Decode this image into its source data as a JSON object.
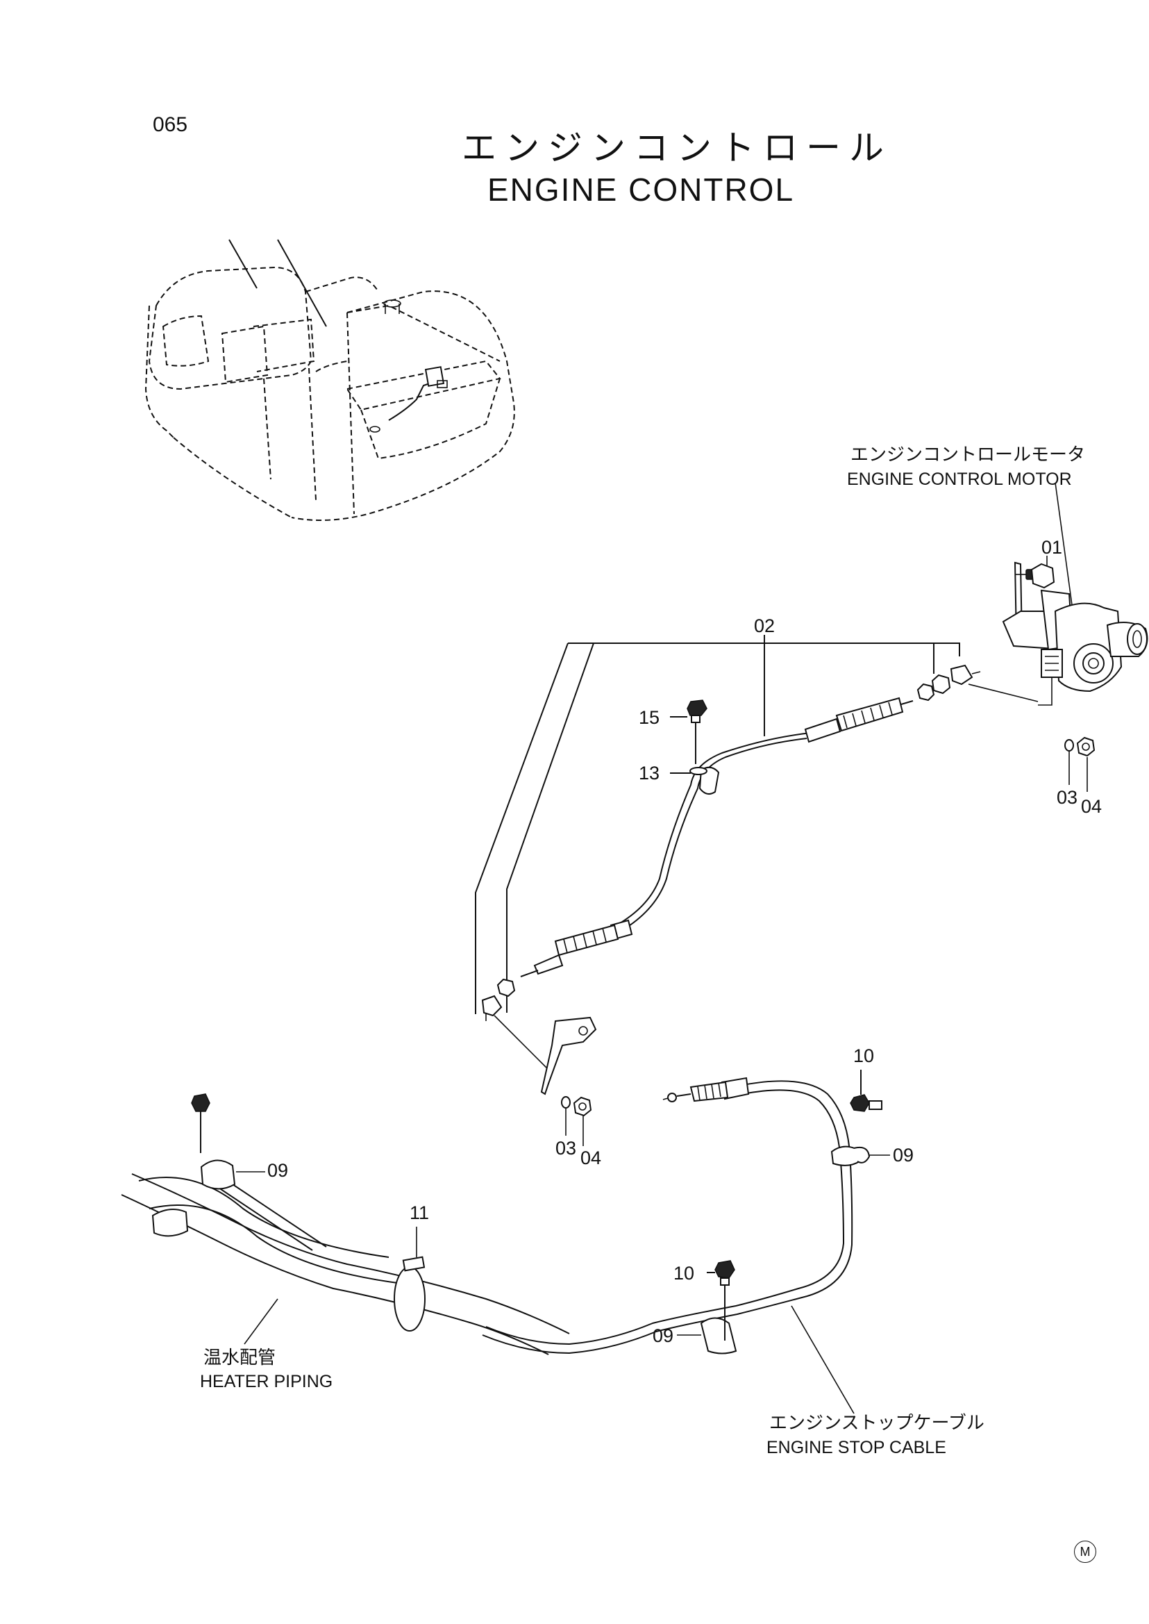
{
  "page": {
    "number": "065"
  },
  "title": {
    "jp": "エンジンコントロール",
    "en": "ENGINE CONTROL"
  },
  "labels": {
    "motor_jp": "エンジンコントロールモータ",
    "motor_en": "ENGINE CONTROL MOTOR",
    "heater_jp": "温水配管",
    "heater_en": "HEATER PIPING",
    "stopcable_jp": "エンジンストップケーブル",
    "stopcable_en": "ENGINE STOP CABLE"
  },
  "callouts": {
    "c01": "01",
    "c02": "02",
    "c03a": "03",
    "c04a": "04",
    "c15": "15",
    "c13": "13",
    "c03b": "03",
    "c04b": "04",
    "c10a": "10",
    "c09a": "09",
    "c09b": "09",
    "c11": "11",
    "c10b": "10",
    "c09c": "09"
  },
  "mark": "M"
}
